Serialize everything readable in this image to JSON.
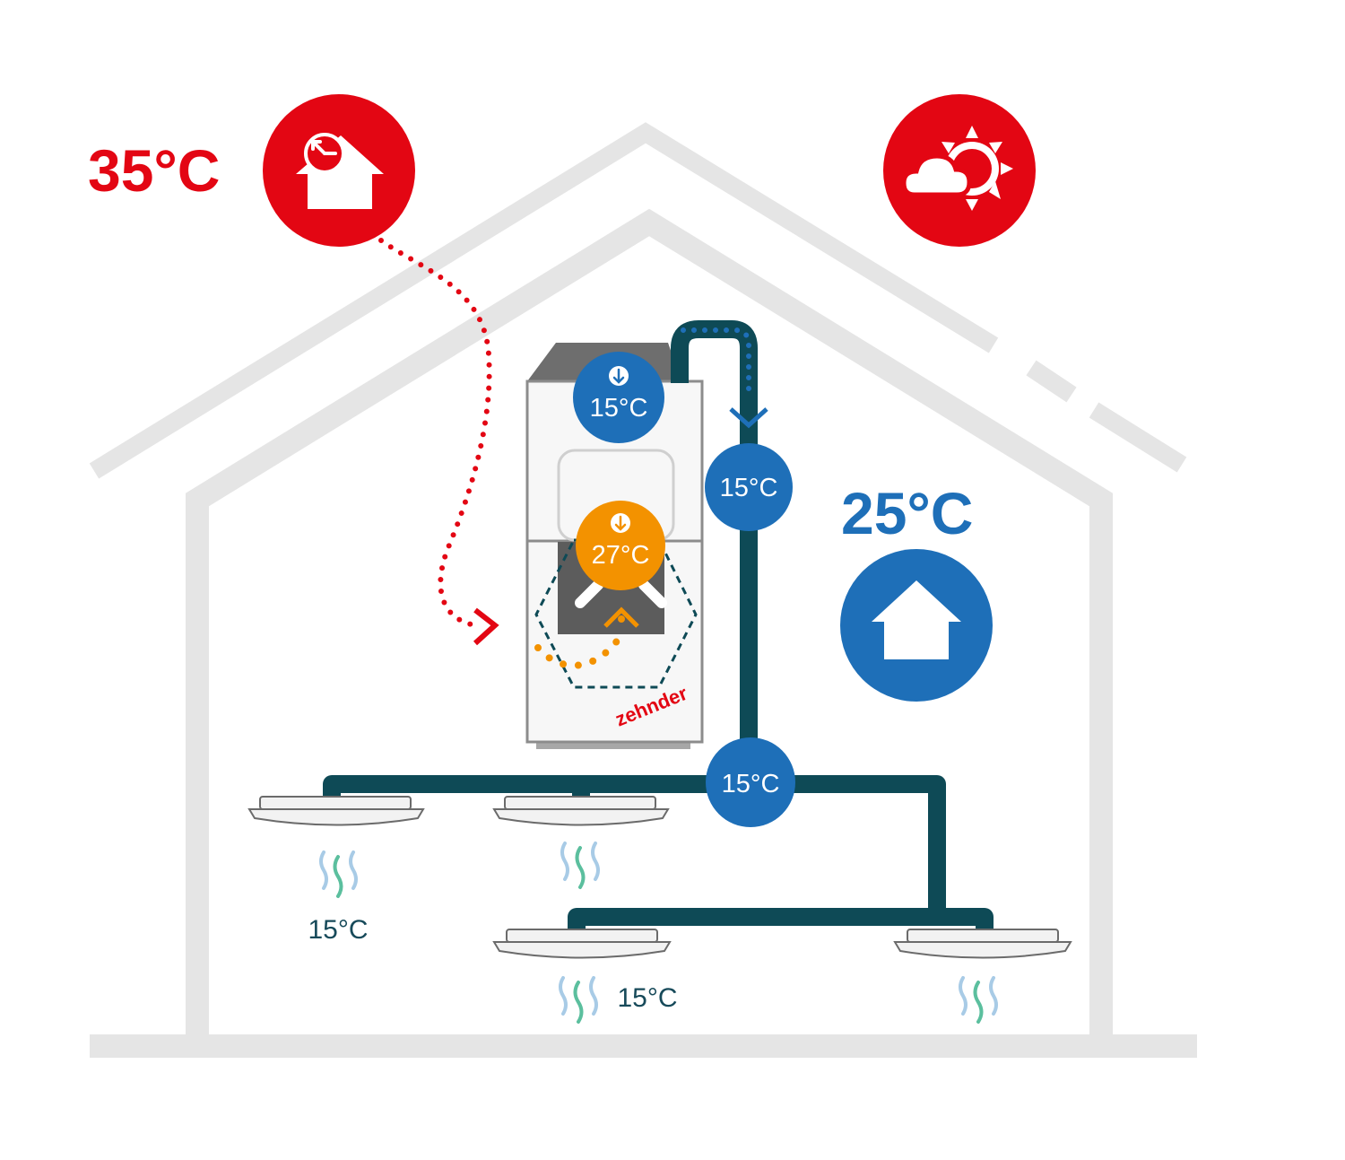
{
  "outdoor": {
    "temperature": "35°C",
    "icon": "house-clock-icon",
    "weather_icon": "sun-cloud-icon",
    "color": "#e30613"
  },
  "indoor": {
    "temperature": "25°C",
    "icon": "house-icon",
    "color": "#1e6fb8"
  },
  "unit": {
    "brand": "zehnder",
    "supply_temperature": "15°C",
    "exchanger_temperature": "27°C",
    "exchanger_color": "#f39200"
  },
  "duct": {
    "riser_temperature": "15°C",
    "junction_temperature": "15°C",
    "color": "#0e4a56"
  },
  "diffusers": [
    {
      "temperature": "15°C"
    },
    {
      "temperature": ""
    },
    {
      "temperature": "15°C"
    },
    {
      "temperature": ""
    }
  ]
}
